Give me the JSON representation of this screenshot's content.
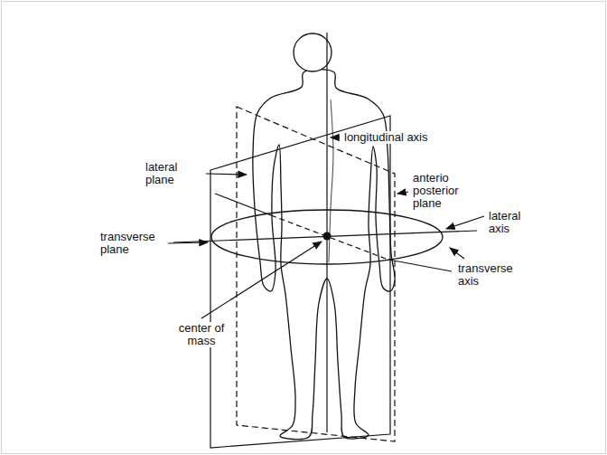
{
  "diagram": {
    "labels": [
      "longitudinal axis",
      "lateral plane",
      "anterio posterior plane",
      "transverse plane",
      "lateral axis",
      "transverse axis",
      "center of mass"
    ]
  }
}
